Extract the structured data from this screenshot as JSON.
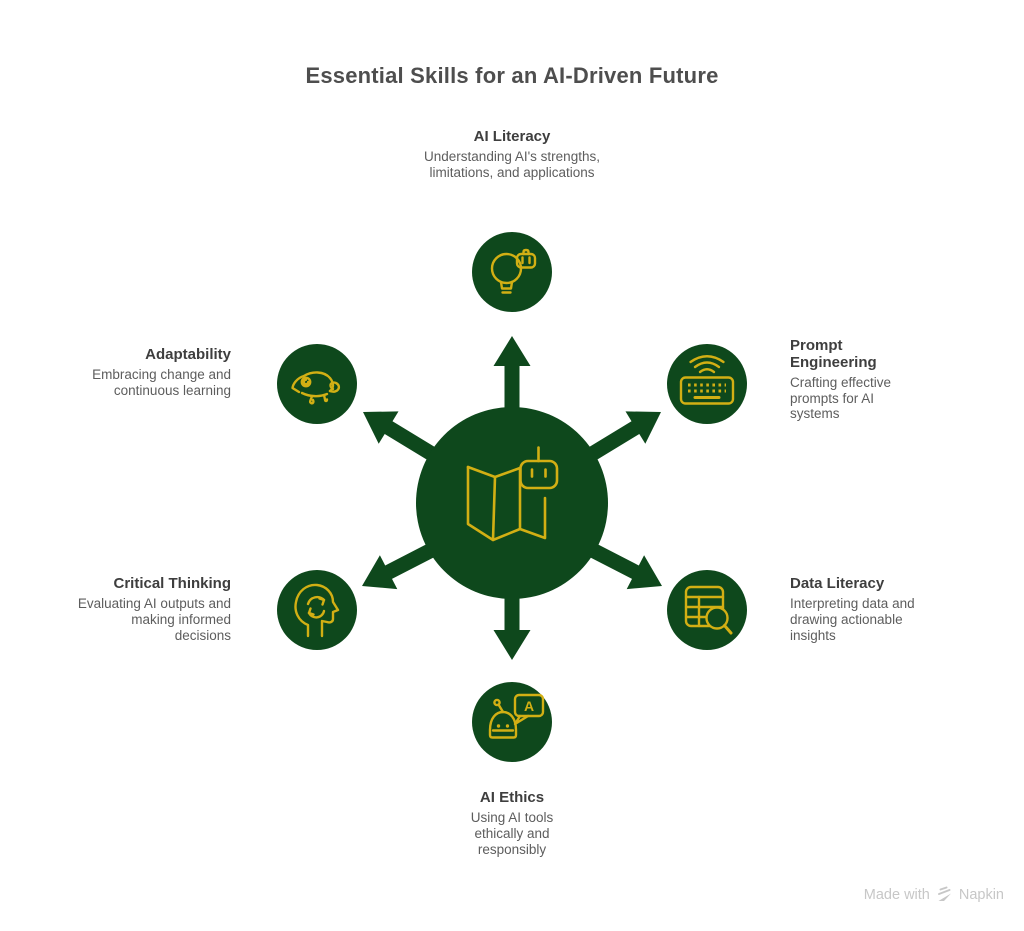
{
  "title": "Essential Skills for an AI-Driven Future",
  "hub": {
    "icon": "map-robot-icon"
  },
  "nodes": [
    {
      "label": "AI Literacy",
      "description": "Understanding AI's strengths, limitations, and applications",
      "icon": "lightbulb-robot-icon",
      "position": "top"
    },
    {
      "label": "Prompt Engineering",
      "description": "Crafting effective prompts for AI systems",
      "icon": "keyboard-wifi-icon",
      "position": "upper-right"
    },
    {
      "label": "Data Literacy",
      "description": "Interpreting data and drawing actionable insights",
      "icon": "table-magnifier-icon",
      "position": "lower-right"
    },
    {
      "label": "AI Ethics",
      "description": "Using AI tools ethically and responsibly",
      "icon": "robot-chat-icon",
      "bubble_letter": "A",
      "position": "bottom"
    },
    {
      "label": "Critical Thinking",
      "description": "Evaluating AI outputs and making informed decisions",
      "icon": "head-cycle-icon",
      "position": "lower-left"
    },
    {
      "label": "Adaptability",
      "description": "Embracing change and continuous learning",
      "icon": "chameleon-icon",
      "position": "upper-left"
    }
  ],
  "watermark": {
    "prefix": "Made with",
    "brand": "Napkin"
  },
  "colors": {
    "green": "#0E481C",
    "gold": "#D2AF14",
    "title_gray": "#4E4E4E",
    "label_gray": "#3E3E3E",
    "desc_gray": "#5D5D5D",
    "watermark_gray": "#C7C7C7",
    "background": "#FFFFFF"
  }
}
